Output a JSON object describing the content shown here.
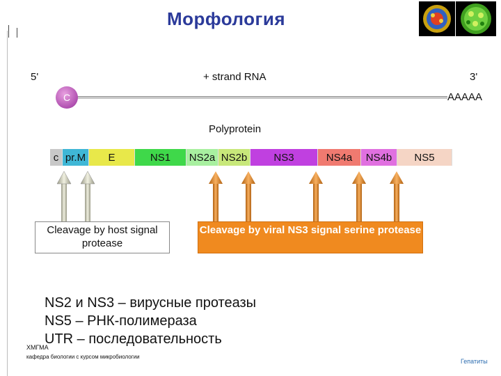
{
  "title": "Морфология",
  "genome": {
    "five_prime": "5'",
    "three_prime": "3'",
    "strand_label": "+ strand RNA",
    "cap_label": "C",
    "polya_label": "AAAAA"
  },
  "polyprotein": {
    "label": "Polyprotein",
    "segments": [
      {
        "label": "c",
        "color": "#c8c8c8"
      },
      {
        "label": "pr.M",
        "color": "#3fb7d6"
      },
      {
        "label": "E",
        "color": "#e8e84a"
      },
      {
        "label": "NS1",
        "color": "#3fd84a"
      },
      {
        "label": "NS2a",
        "color": "#a8f0a0"
      },
      {
        "label": "NS2b",
        "color": "#c8e87a"
      },
      {
        "label": "NS3",
        "color": "#c040e0"
      },
      {
        "label": "NS4a",
        "color": "#f07a70"
      },
      {
        "label": "NS4b",
        "color": "#e070e0"
      },
      {
        "label": "NS5",
        "color": "#f5d5c5"
      }
    ]
  },
  "cleavage": {
    "host": "Cleavage by host signal protease",
    "viral": "Cleavage by viral NS3 signal serine protease"
  },
  "notes": [
    "NS2 и NS3 – вирусные протеазы",
    "NS5 – РНК-полимераза",
    "UTR – последовательность"
  ],
  "footer": {
    "org": "ХМГМА",
    "dept": "кафедра биологии с курсом микробиологии",
    "topic": "Гепатиты"
  },
  "colors": {
    "title": "#2b3a9a",
    "host_arrow": "#c8c8b8",
    "viral_arrow": "#e8862a",
    "viral_box": "#f08a1f"
  }
}
